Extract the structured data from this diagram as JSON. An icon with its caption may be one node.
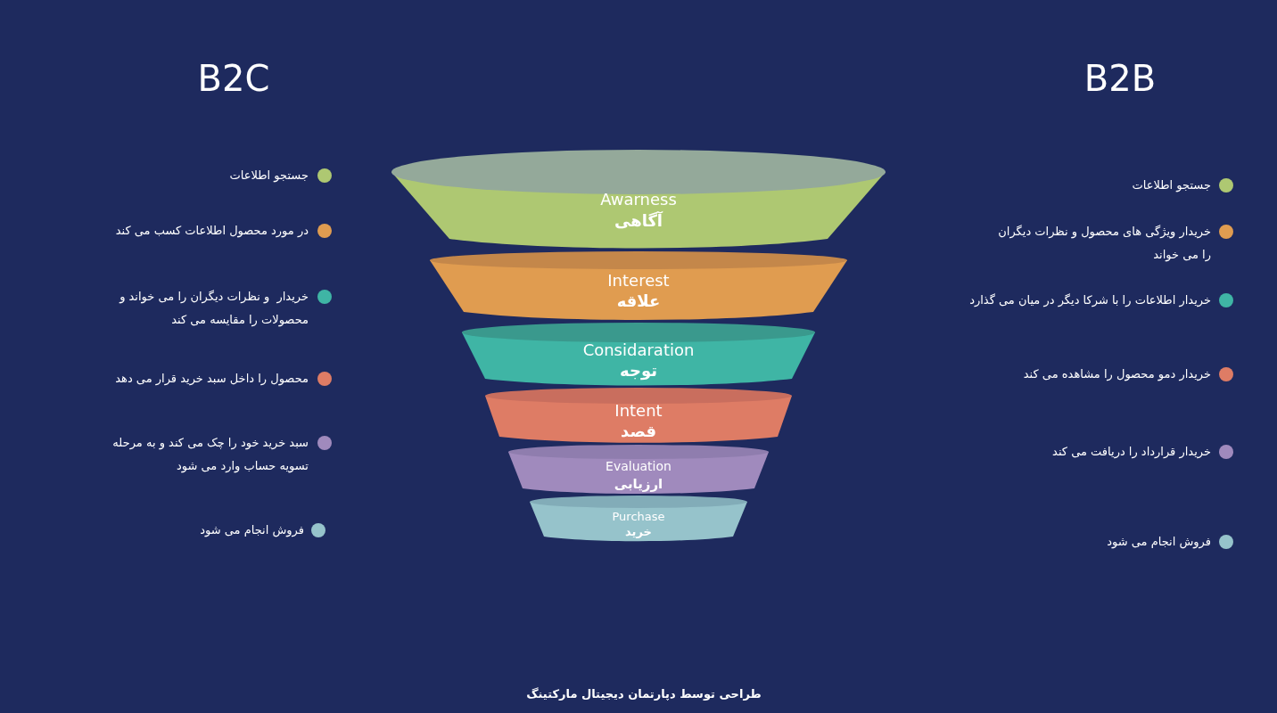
{
  "diagram": {
    "nodes": [
      {
        "text": [
          "Awarness",
          "آگاهی"
        ]
      },
      {
        "text": [
          "Interest",
          "علاقه"
        ]
      },
      {
        "text": [
          "Considaration",
          "توجه"
        ]
      },
      {
        "text": [
          "Intent",
          "قصد"
        ]
      },
      {
        "text": [
          "Evaluation",
          "ارزیابی"
        ]
      },
      {
        "text": [
          "Purchase",
          "خرید"
        ]
      }
    ],
    "labels": [
      "B2C",
      "B2B",
      "طراحی توسط دپارتمان دیجیتال مارکتینگ"
    ],
    "legend": [
      {
        "text": "جستجو اطلاعات",
        "color": "#aec872"
      },
      {
        "text": "در مورد محصول اطلاعات کسب می کند",
        "color": "#e09c50"
      },
      {
        "text": "خریدار  و نظرات دیگران را می خواند و محصولات را مقایسه می کند",
        "color": "#3fb5a5"
      },
      {
        "text": "محصول را داخل سبد خرید قرار می دهد",
        "color": "#de7c65"
      },
      {
        "text": "سبد خرید خود را چک می کند و به مرحله تسویه حساب وارد می شود",
        "color": "#a08abd"
      },
      {
        "text": "فروش انجام می شود",
        "color": "#96c3cb"
      },
      {
        "text": "جستجو اطلاعات",
        "color": "#aec872"
      },
      {
        "text": "خریدار ویژگی های محصول و نظرات دیگران را می خواند",
        "color": "#e09c50"
      },
      {
        "text": "خریدار اطلاعات را با شرکا دیگر در میان می گذارد",
        "color": "#3fb5a5"
      },
      {
        "text": "خریدار دمو محصول را مشاهده می کند",
        "color": "#de7c65"
      },
      {
        "text": "خریدار قرارداد را دریافت می کند",
        "color": "#a08abd"
      },
      {
        "text": "فروش انجام می شود",
        "color": "#96c3cb"
      }
    ]
  }
}
